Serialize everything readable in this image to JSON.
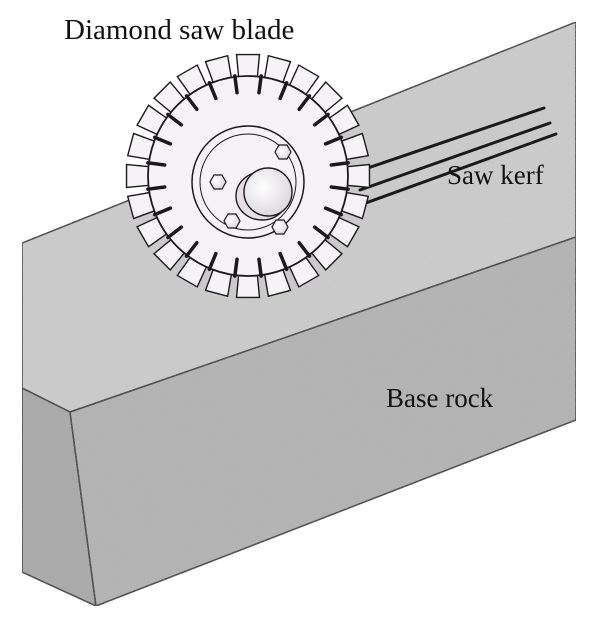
{
  "labels": {
    "blade": "Diamond saw blade",
    "kerf": "Saw kerf",
    "base_rock": "Base rock"
  },
  "colors": {
    "rock_top": "#cfcfcf",
    "rock_front": "#b4b4b4",
    "rock_side": "#a9a9a9",
    "blade_fill": "#f6f3f7",
    "outline": "#1a1a1a"
  },
  "blade": {
    "segment_count": 24
  },
  "kerf": {
    "line_count": 3
  }
}
